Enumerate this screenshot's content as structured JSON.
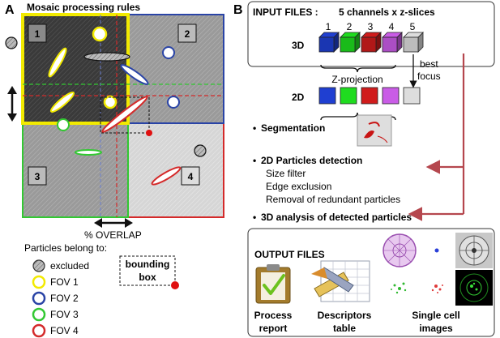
{
  "panel_a": {
    "letter": "A",
    "title": "Mosaic processing rules",
    "fov_numbers": [
      "1",
      "2",
      "3",
      "4"
    ],
    "overlap_label": "% OVERLAP",
    "legend_title": "Particles belong to:",
    "legend": [
      {
        "label": "excluded",
        "color": "#555555",
        "hatched": true
      },
      {
        "label": "FOV 1",
        "color": "#f2ea00"
      },
      {
        "label": "FOV 2",
        "color": "#2a44a6"
      },
      {
        "label": "FOV 3",
        "color": "#32c832"
      },
      {
        "label": "FOV 4",
        "color": "#d42a2a"
      }
    ],
    "bounding_box_label": [
      "bounding",
      "box"
    ]
  },
  "panel_b": {
    "letter": "B",
    "input_title": "INPUT FILES :",
    "input_desc": "5 channels  x  z-slices",
    "label_3d": "3D",
    "label_2d": "2D",
    "channel_numbers": [
      "1",
      "2",
      "3",
      "4",
      "5"
    ],
    "channel_colors": [
      "#1f3fd1",
      "#1fdc1f",
      "#d01c1c",
      "#c95ce6",
      "#dddddd"
    ],
    "z_projection": "Z-projection",
    "best_focus": [
      "best",
      "focus"
    ],
    "segmentation": "Segmentation",
    "detection_title": "2D Particles detection",
    "detection_steps": [
      "Size filter",
      "Edge exclusion",
      "Removal of redundant particles"
    ],
    "analysis": "3D analysis of detected particles",
    "output_title": "OUTPUT FILES",
    "outputs": [
      {
        "line1": "Process",
        "line2": "report"
      },
      {
        "line1": "Descriptors",
        "line2": "table"
      },
      {
        "line1": "Single cell",
        "line2": "images"
      }
    ]
  },
  "colors": {
    "arrow": "#b5474e",
    "fov1": "#f2ea00",
    "fov2": "#2a44a6",
    "fov3": "#32c832",
    "fov4": "#d42a2a"
  }
}
